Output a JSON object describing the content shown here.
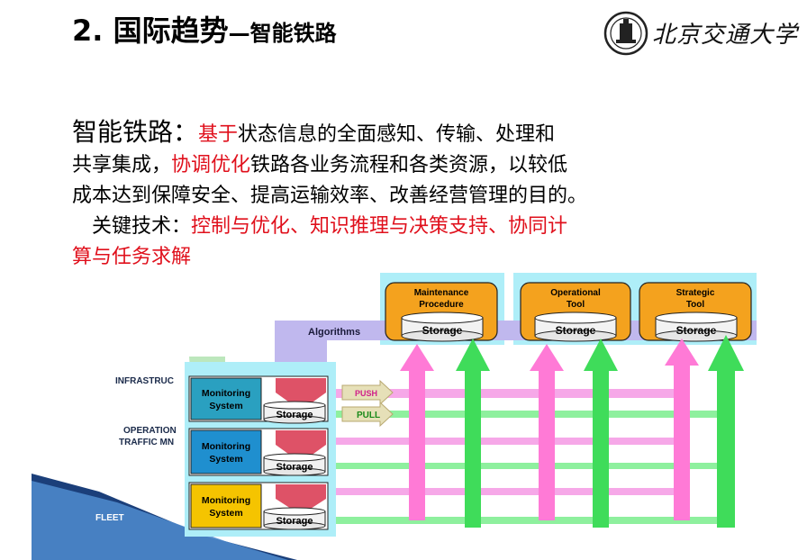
{
  "header": {
    "title_main": "2. 国际趋势",
    "title_sub": "—智能铁路",
    "logo_text": "北京交通大学"
  },
  "intro": {
    "lead": "智能铁路：",
    "hl1": "基于",
    "t1": "状态信息的全面感知、传输、处理和",
    "t2a": "共享集成，",
    "hl2": "协调优化",
    "t2b": "铁路各业务流程和各类资源，以较低",
    "t3": "成本达到保障安全、提高运输效率、改善经营管理的目的。",
    "k_label": "关键技术：",
    "k_red1": "控制与优化、知识推理与决策支持、协同计",
    "k_red2": "算与任务求解"
  },
  "diagram": {
    "tools": [
      {
        "line1": "Maintenance",
        "line2": "Procedure",
        "storage": "Storage"
      },
      {
        "line1": "Operational",
        "line2": "Tool",
        "storage": "Storage"
      },
      {
        "line1": "Strategic",
        "line2": "Tool",
        "storage": "Storage"
      }
    ],
    "algorithms": "Algorithms",
    "push": "PUSH",
    "pull": "PULL",
    "left_labels": {
      "infra": "INFRASTRUC",
      "ops1": "OPERATION",
      "ops2": "TRAFFIC MN",
      "fleet": "FLEET"
    },
    "monitoring": [
      {
        "line1": "Monitoring",
        "line2": "System",
        "storage": "Storage",
        "color": "#2aa0c0"
      },
      {
        "line1": "Monitoring",
        "line2": "System",
        "storage": "Storage",
        "color": "#1f8fcf"
      },
      {
        "line1": "Monitoring",
        "line2": "System",
        "storage": "Storage",
        "color": "#f5c400"
      }
    ],
    "colors": {
      "tool_orange": "#f4a21e",
      "panel_cyan": "#aeeef8",
      "arrow_pink": "#ff7ad6",
      "arrow_green": "#3fdc5a",
      "algo_band": "#c0b8ee",
      "down_red": "#d8344c"
    }
  }
}
